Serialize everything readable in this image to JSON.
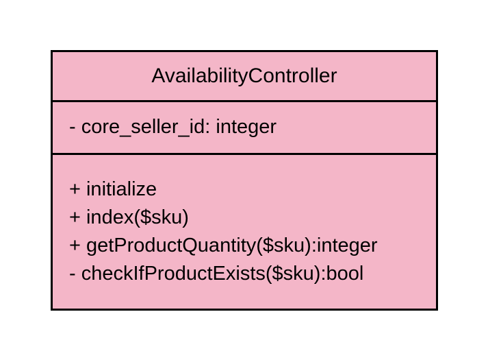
{
  "colors": {
    "fill": "#f4b6c8",
    "border": "#000000",
    "text": "#000000"
  },
  "uml_class": {
    "name": "AvailabilityController",
    "attributes": [
      "- core_seller_id: integer"
    ],
    "methods": [
      "+ initialize",
      "+ index($sku)",
      "+ getProductQuantity($sku):integer",
      "- checkIfProductExists($sku):bool"
    ]
  }
}
